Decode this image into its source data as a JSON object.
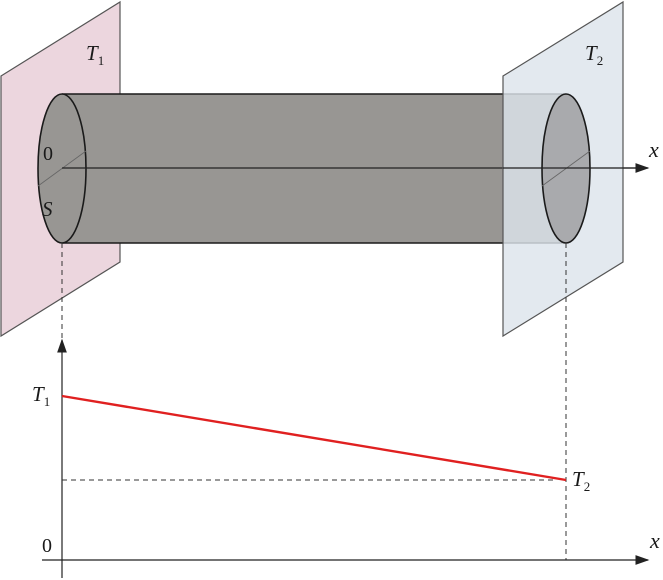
{
  "plate_left": {
    "label": "T",
    "subscript": "1",
    "color": "#ecd6de"
  },
  "plate_right": {
    "label": "T",
    "subscript": "2",
    "color": "#dde4ec"
  },
  "rod": {
    "color": "#989693",
    "origin_label": "0",
    "section_label": "S"
  },
  "upper_axis": {
    "label": "x"
  },
  "graph": {
    "line_color": "#e02020",
    "origin_label": "0",
    "x_label": "x",
    "start": {
      "label": "T",
      "subscript": "1"
    },
    "end": {
      "label": "T",
      "subscript": "2"
    }
  }
}
